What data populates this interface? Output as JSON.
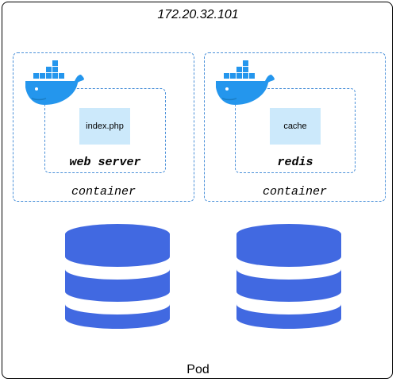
{
  "ip_address": "172.20.32.101",
  "pod_label": "Pod",
  "containers": [
    {
      "label": "container",
      "image_icon": "docker-whale-icon",
      "inner_label": "web server",
      "file_label": "index.php"
    },
    {
      "label": "container",
      "image_icon": "docker-whale-icon",
      "inner_label": "redis",
      "file_label": "cache"
    }
  ],
  "volumes": [
    {
      "icon": "database-icon"
    },
    {
      "icon": "database-icon"
    }
  ],
  "colors": {
    "dashed_border": "#4a90d9",
    "file_fill": "#cce9fb",
    "docker_blue": "#2496ed",
    "database_blue": "#4169e1"
  }
}
